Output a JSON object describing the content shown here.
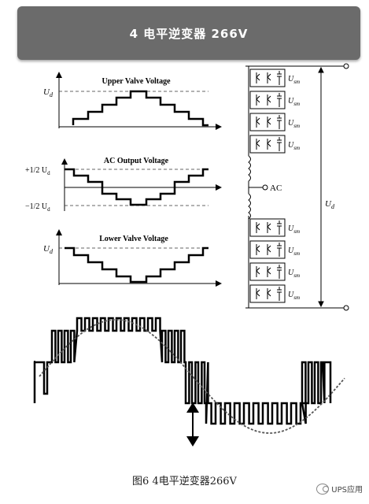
{
  "banner": {
    "title": "4 电平逆变器 266V"
  },
  "panels": {
    "upper": {
      "title": "Upper Valve Voltage",
      "ylabel_main": "U",
      "ylabel_sub": "d"
    },
    "output": {
      "title": "AC Output Voltage",
      "top_label_prefix": "+1/2 U",
      "top_label_sub": "d",
      "bottom_label_prefix": "−1/2 U",
      "bottom_label_sub": "d"
    },
    "lower": {
      "title": "Lower Valve Voltage",
      "ylabel_main": "U",
      "ylabel_sub": "d"
    }
  },
  "circuit": {
    "module_label_main": "U",
    "module_label_sub": "sm",
    "ac_label": "AC",
    "dc_label_main": "U",
    "dc_label_sub": "d"
  },
  "caption": "图6   4电平逆变器266V",
  "watermark": "UPS应用"
}
